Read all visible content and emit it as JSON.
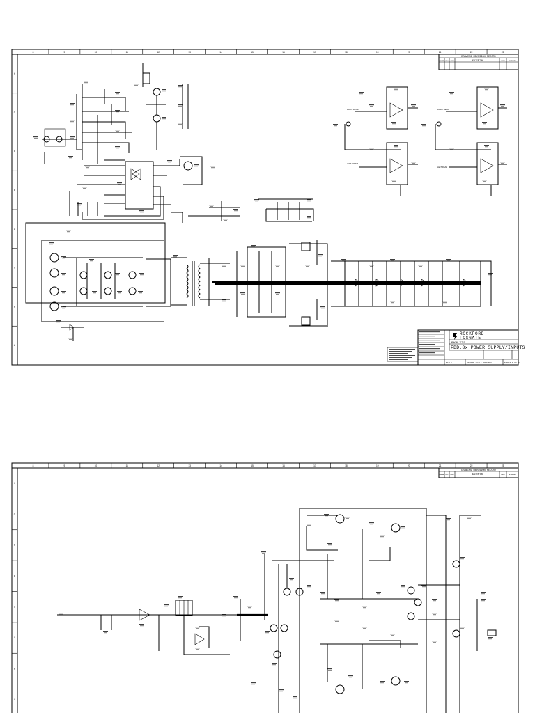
{
  "sheet1": {
    "revision_block": {
      "title": "DRAWING REVISION RECORD",
      "headers": [
        "CHANGE",
        "REV",
        "ZONE",
        "DESCRIPTION",
        "DATE",
        "APPROVED"
      ]
    },
    "title_block": {
      "brand_line1": "ROCKFORD",
      "brand_line2": "FOSGATE",
      "drawing_title_label": "DRAWING TITLE",
      "drawing_title": "FBD.3x POWER SUPPLY/INPUTS",
      "scale_label": "SCALE",
      "scale_note": "DO NOT SCALE DRAWING",
      "sheet_label": "SHEET 1 OF 3"
    },
    "channel_labels": [
      "RIGHT FRONT",
      "LEFT FRONT",
      "RIGHT REAR",
      "LEFT REAR"
    ]
  },
  "sheet2": {
    "revision_block": {
      "title": "DRAWING REVISION RECORD",
      "headers": [
        "CHANGE",
        "REV",
        "ZONE",
        "DESCRIPTION",
        "DATE",
        "APPROVED"
      ]
    }
  },
  "zones_top": [
    "8",
    "9",
    "10",
    "11",
    "12",
    "13",
    "14",
    "15",
    "16",
    "17",
    "18",
    "19",
    "20",
    "21",
    "22",
    "23"
  ],
  "zones_side": [
    "H",
    "G",
    "F",
    "E",
    "D",
    "C",
    "B",
    "A"
  ]
}
